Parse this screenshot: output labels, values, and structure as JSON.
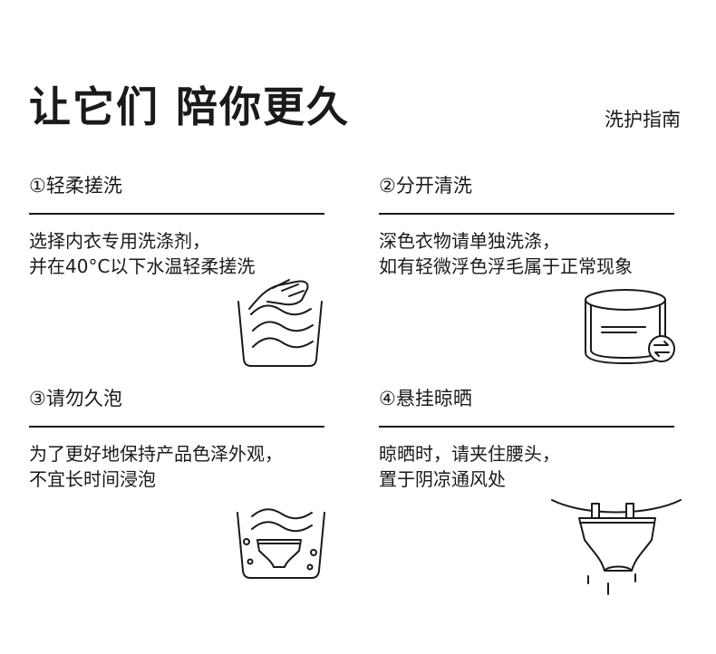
{
  "header": {
    "title": "让它们 陪你更久",
    "subtitle": "洗护指南"
  },
  "sections": [
    {
      "heading": "①轻柔搓洗",
      "lines": [
        "选择内衣专用洗涤剂，",
        "并在40°C以下水温轻柔搓洗"
      ],
      "icon": "hand-washing-basin-icon"
    },
    {
      "heading": "②分开清洗",
      "lines": [
        "深色衣物请单独洗涤，",
        "如有轻微浮色浮毛属于正常现象"
      ],
      "icon": "separate-wash-drum-icon"
    },
    {
      "heading": "③请勿久泡",
      "lines": [
        "为了更好地保持产品色泽外观，",
        "不宜长时间浸泡"
      ],
      "icon": "soaking-basin-icon"
    },
    {
      "heading": "④悬挂晾晒",
      "lines": [
        "晾晒时，请夹住腰头，",
        "置于阴凉通风处"
      ],
      "icon": "hanging-dry-icon"
    }
  ],
  "colors": {
    "ink": "#1a1a1a",
    "background": "#ffffff"
  }
}
